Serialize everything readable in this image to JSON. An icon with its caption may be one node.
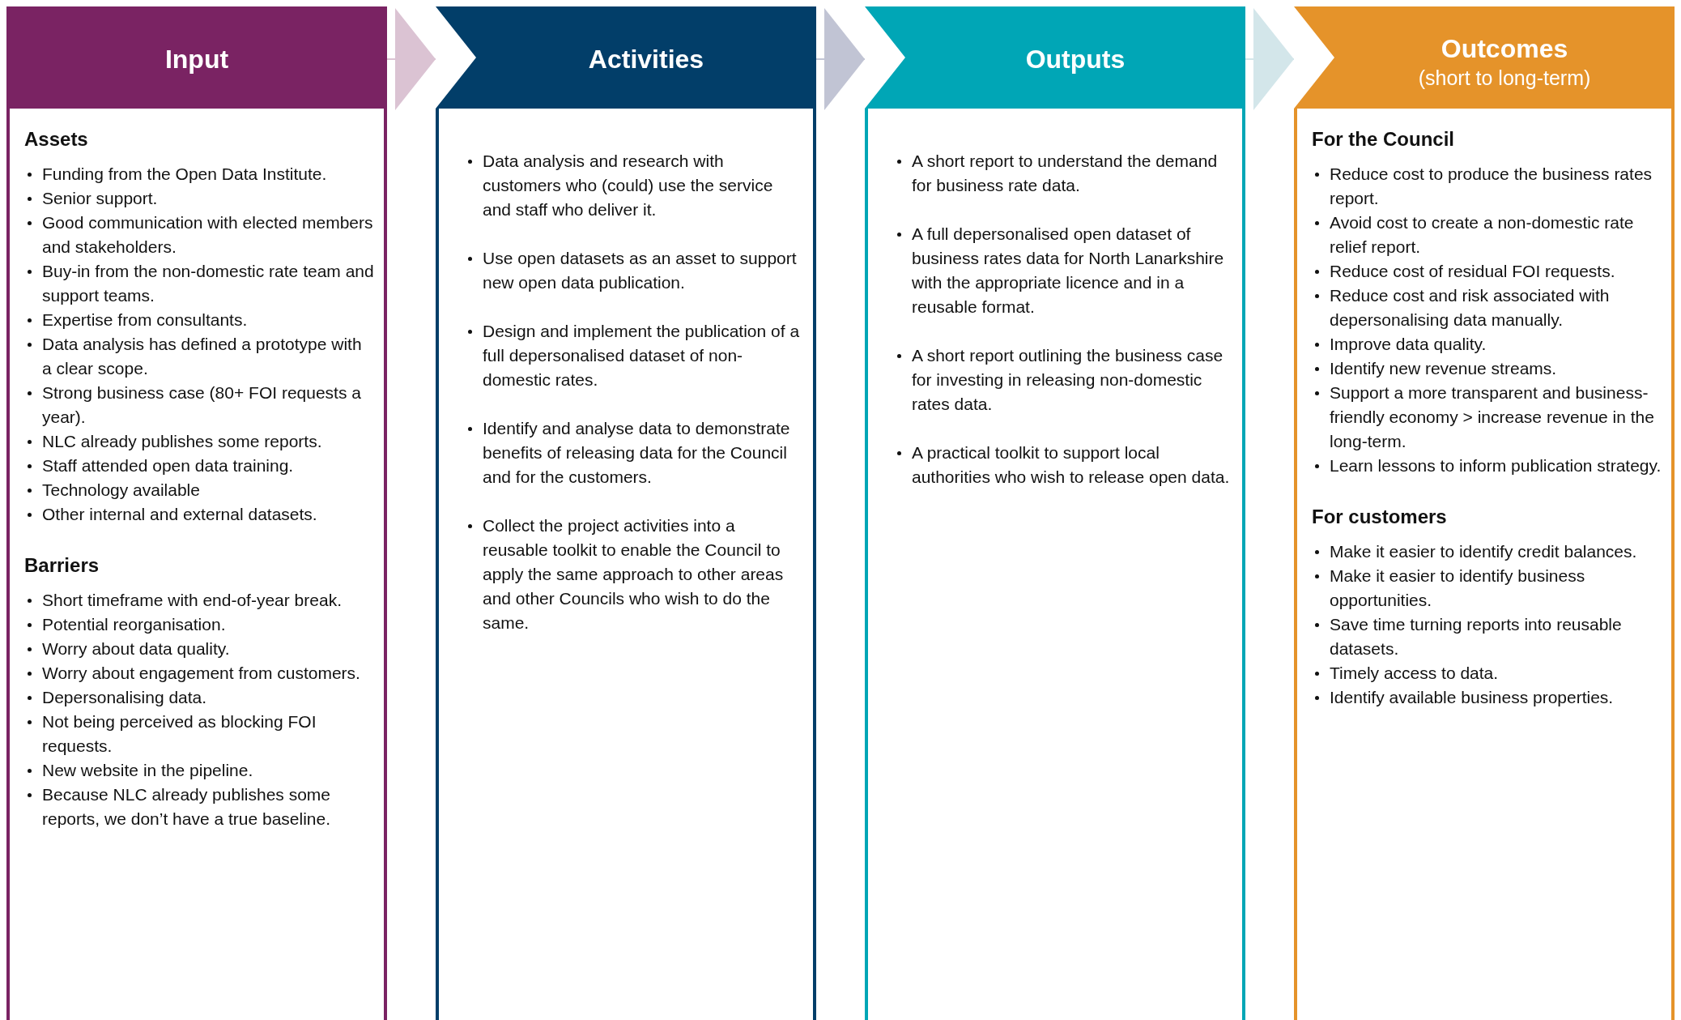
{
  "diagram": {
    "nodes": [
      {
        "text": [
          "Input"
        ]
      },
      {
        "text": [
          "Assets",
          "Funding from the Open Data Institute.",
          "Senior support.",
          "Good communication with elected members and stakeholders.",
          "Buy-in from the non-domestic rate team and support teams.",
          "Expertise from consultants.",
          "Data analysis has defined a prototype with a clear scope.",
          "Strong business case (80+ FOI requests a year).",
          "NLC already publishes some reports.",
          "Staff attended open data training.",
          "Technology available",
          "Other internal and external datasets."
        ],
        "in": 0
      },
      {
        "text": [
          "Barriers",
          "Short timeframe with end-of-year break.",
          "Potential reorganisation.",
          "Worry about data quality.",
          "Worry about engagement from customers.",
          "Depersonalising data.",
          "Not being perceived as blocking FOI requests.",
          "New website in the pipeline.",
          "Because NLC already publishes some reports, we don’t have a true baseline."
        ],
        "in": 0
      },
      {
        "text": [
          "Activities",
          "Data analysis and research with customers who (could) use the service and staff who deliver it.",
          "Use open datasets as an asset to support new open data publication.",
          "Design and implement the publication of a full depersonalised dataset of non-domestic rates.",
          "Identify and analyse data to demonstrate benefits of releasing data for the Council and for the customers.",
          "Collect the project activities into a reusable toolkit to enable the Council to apply the same approach to other areas and other Councils who wish to do the same."
        ]
      },
      {
        "text": [
          "Outputs",
          "A short report to understand the demand for business rate data.",
          "A full depersonalised open dataset of business rates data for North Lanarkshire with the appropriate licence and in a reusable format.",
          "A short report outlining the business case for investing in releasing non-domestic rates data.",
          "A practical toolkit to support local authorities who wish to release open data."
        ]
      },
      {
        "text": [
          "Outcomes",
          "(short to long-term)"
        ]
      },
      {
        "text": [
          "For the Council",
          "Reduce cost to produce the business rates report.",
          "Avoid cost to create a non-domestic rate relief report.",
          "Reduce cost of residual FOI requests.",
          "Reduce cost and risk associated with depersonalising data manually.",
          "Improve data quality.",
          "Identify new revenue streams.",
          "Support a more transparent and business-friendly economy > increase revenue in the long-term.",
          "Learn lessons to inform publication strategy."
        ],
        "in": 5
      },
      {
        "text": [
          "For customers",
          "Make it easier to identify credit balances.",
          "Make it easier to identify business opportunities.",
          "Save time turning reports into reusable datasets.",
          "Timely access to data.",
          "Identify available business properties."
        ],
        "in": 5
      }
    ],
    "edges": [
      {
        "from": 0,
        "to": 3,
        "arrow": "to",
        "color": "#dbc3d3"
      },
      {
        "from": 3,
        "to": 4,
        "arrow": "to",
        "color": "#c1c4d4"
      },
      {
        "from": 4,
        "to": 5,
        "arrow": "to",
        "color": "#d3e6ea"
      }
    ]
  }
}
